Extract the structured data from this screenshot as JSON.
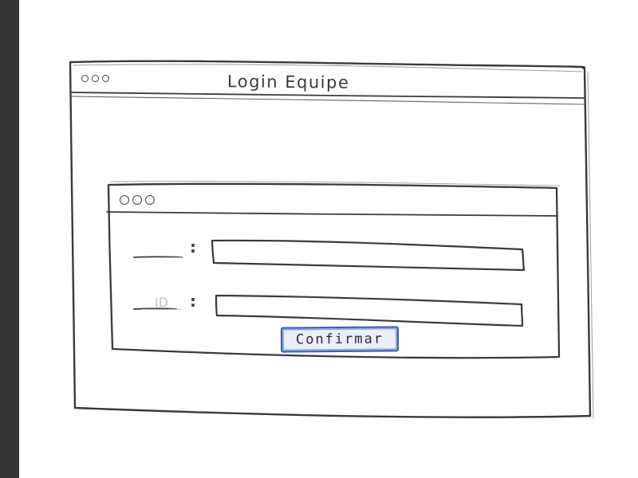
{
  "window": {
    "title": "Login Equipe"
  },
  "login_form": {
    "field_1": {
      "label": "____",
      "value": ""
    },
    "field_2": {
      "label": "__ID__",
      "value": ""
    },
    "confirm_label": "Confirmar"
  },
  "colors": {
    "ink": "#3a3a3a",
    "button_border": "#3c5ab0",
    "button_fill": "#e9eef9",
    "side_bar": "#343434"
  }
}
